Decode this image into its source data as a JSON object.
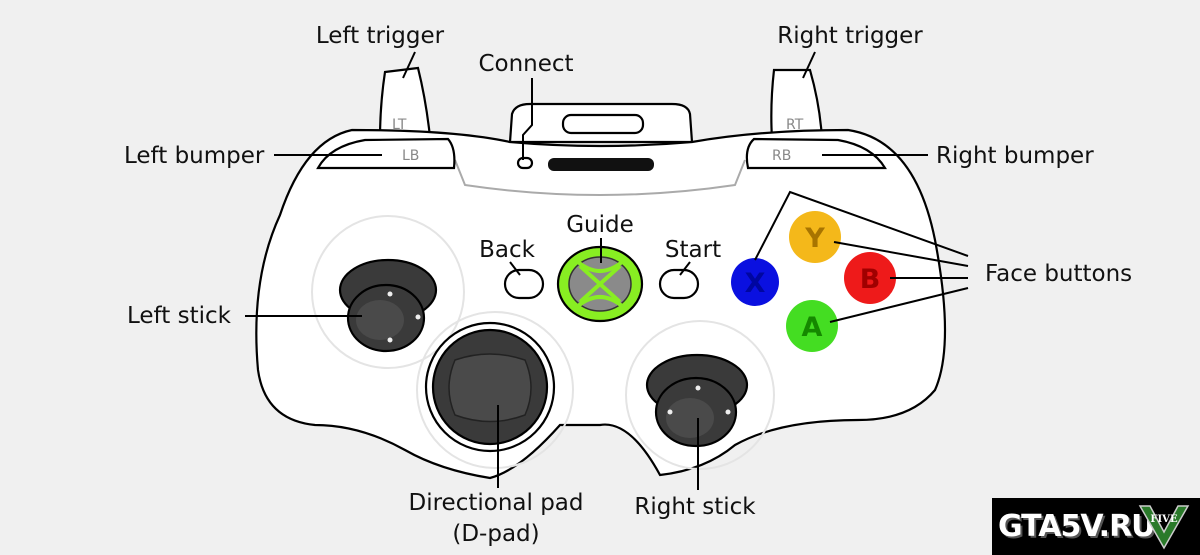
{
  "labels": {
    "left_trigger": "Left trigger",
    "right_trigger": "Right trigger",
    "connect": "Connect",
    "left_bumper": "Left bumper",
    "right_bumper": "Right bumper",
    "guide": "Guide",
    "back": "Back",
    "start": "Start",
    "face_buttons": "Face buttons",
    "left_stick": "Left stick",
    "dpad_line1": "Directional pad",
    "dpad_line2": "(D-pad)",
    "right_stick": "Right stick"
  },
  "controller_markings": {
    "lt": "LT",
    "rt": "RT",
    "lb": "LB",
    "rb": "RB",
    "x": "X",
    "y": "Y",
    "b": "B",
    "a": "A"
  },
  "watermark": {
    "text": "GTA5V.RU",
    "logo": "FIVE"
  },
  "colors": {
    "x_button": "#0a10e0",
    "y_button": "#f4b81a",
    "b_button": "#ee1a1a",
    "a_button": "#44dd22",
    "guide_ring": "#88ee22",
    "guide_center": "#8a8a8a",
    "stick": "#3a3a3a",
    "body": "#ffffff"
  }
}
